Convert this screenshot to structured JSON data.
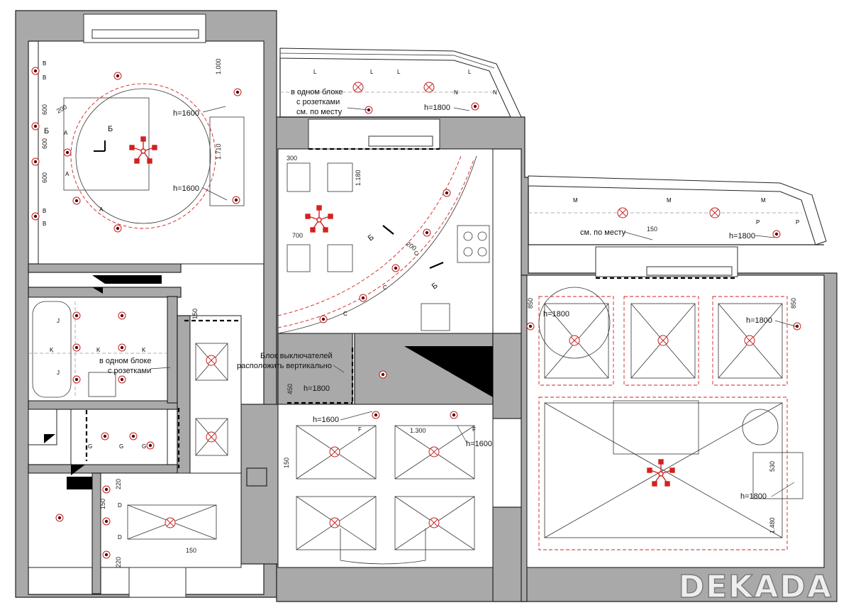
{
  "notes": {
    "one_block_sockets_top": [
      "в одном блоке",
      "с розетками",
      "см. по месту"
    ],
    "one_block_sockets_bath": [
      "в одном блоке",
      "с розетками"
    ],
    "see_on_site": "см. по месту",
    "switch_block": [
      "Блок выключателей",
      "расположить вертикально"
    ]
  },
  "heights": {
    "h1600": "h=1600",
    "h1800": "h=1800"
  },
  "dimensions": {
    "d1000": "1.000",
    "d1710": "1.710",
    "d600": "600",
    "d200": "200",
    "d300": "300",
    "d1180": "1.180",
    "d700": "700",
    "d150": "150",
    "d850": "850",
    "d450": "450",
    "d1300": "1.300",
    "d530": "530",
    "d1480": "1.480",
    "d220": "220"
  },
  "section_mark": "Б",
  "circuit_letters": {
    "A": "A",
    "B": "B",
    "L": "L",
    "N": "N",
    "M": "M",
    "P": "P",
    "C": "C",
    "J": "J",
    "K": "K",
    "G": "G",
    "D": "D",
    "F": "F"
  },
  "logo": "DEKADA"
}
